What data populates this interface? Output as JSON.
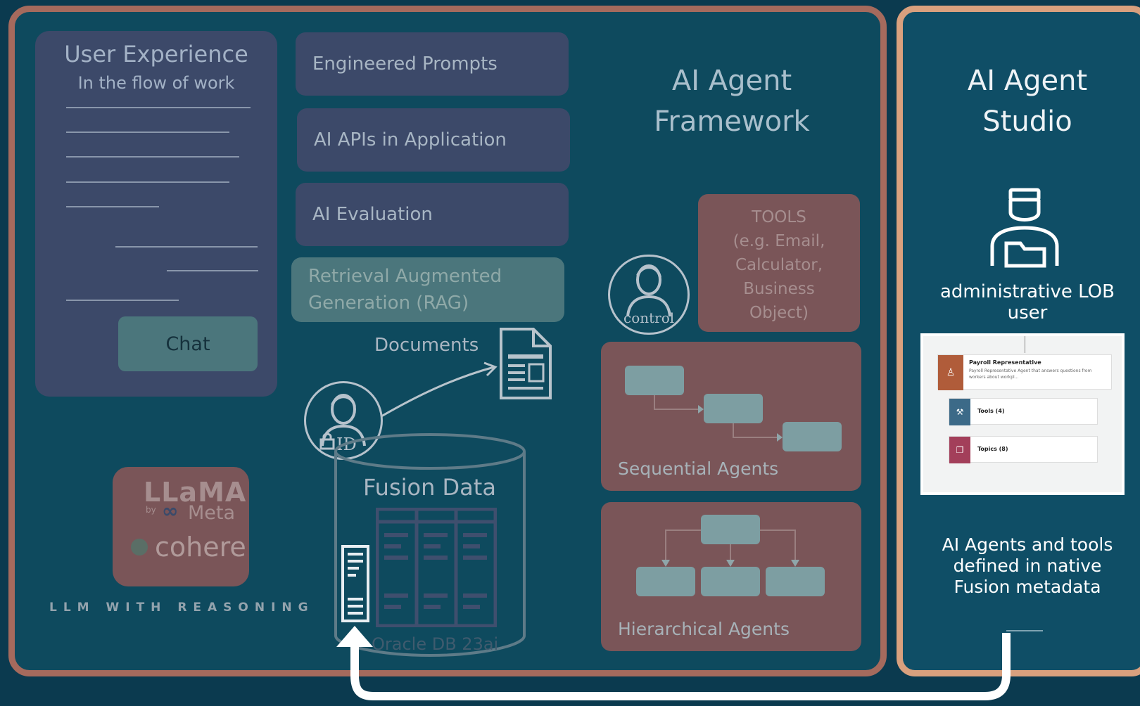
{
  "user_experience": {
    "title": "User Experience",
    "subtitle": "In the flow of work",
    "chat_button": "Chat"
  },
  "llm": {
    "llama_brand": "LLaMA",
    "llama_by": "by",
    "meta_brand": "Meta",
    "cohere_brand": "cohere",
    "caption": "LLM WITH REASONING"
  },
  "capabilities": [
    {
      "label": "Engineered Prompts"
    },
    {
      "label": "AI APIs in Application"
    },
    {
      "label": "AI Evaluation"
    },
    {
      "label_line1": "Retrieval Augmented",
      "label_line2": "Generation (RAG)"
    }
  ],
  "documents_label": "Documents",
  "id_badge": "ID",
  "control_badge": "control",
  "fusion_data": {
    "title": "Fusion Data",
    "db_label": "Oracle DB 23ai"
  },
  "framework": {
    "title_line1": "AI Agent",
    "title_line2": "Framework"
  },
  "tools": {
    "line1": "TOOLS",
    "line2": "(e.g. Email,",
    "line3": "Calculator,",
    "line4": "Business",
    "line5": "Object)"
  },
  "sequential_agents": "Sequential Agents",
  "hierarchical_agents": "Hierarchical Agents",
  "studio": {
    "title_line1": "AI Agent",
    "title_line2": "Studio",
    "user_line1": "administrative LOB",
    "user_line2": "user",
    "screenshot": {
      "row1_title": "Payroll Representative",
      "row1_desc": "Payroll Representative Agent that answers questions from workers about workpl...",
      "row2_title": "Tools (4)",
      "row3_title": "Topics (8)"
    },
    "desc_line1": "AI Agents and tools",
    "desc_line2": "defined in native",
    "desc_line3": "Fusion metadata"
  },
  "colors": {
    "background": "#0b3a4f",
    "main_frame_border": "#a56a5d",
    "studio_frame_border": "#d9a07e",
    "purple_card": "#3c4969",
    "teal_card": "#4b767c",
    "brown_card": "#7a5558"
  }
}
